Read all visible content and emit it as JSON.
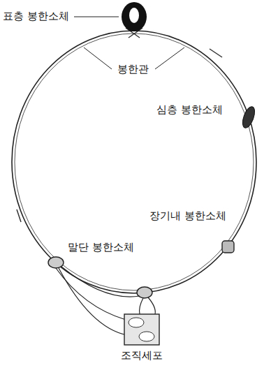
{
  "diagram": {
    "labels": [
      "표층 봉한소체",
      "봉한관",
      "심층 봉한소체",
      "장기내 봉한소체",
      "말단 봉한소체",
      "조직세포"
    ]
  }
}
